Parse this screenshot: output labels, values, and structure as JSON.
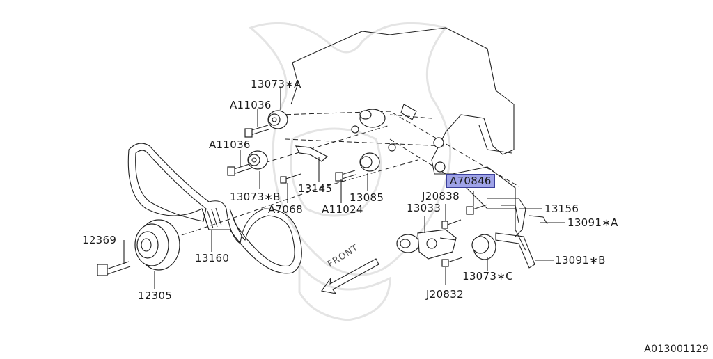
{
  "diagram": {
    "id": "A013001129",
    "front_label": "FRONT",
    "callouts": [
      {
        "label": "13073∗A",
        "highlighted": false
      },
      {
        "label": "A11036",
        "highlighted": false
      },
      {
        "label": "A11036",
        "highlighted": false
      },
      {
        "label": "13073∗B",
        "highlighted": false
      },
      {
        "label": "13145",
        "highlighted": false
      },
      {
        "label": "A7068",
        "highlighted": false
      },
      {
        "label": "A11024",
        "highlighted": false
      },
      {
        "label": "13085",
        "highlighted": false
      },
      {
        "label": "A70846",
        "highlighted": true
      },
      {
        "label": "J20838",
        "highlighted": false
      },
      {
        "label": "13033",
        "highlighted": false
      },
      {
        "label": "13156",
        "highlighted": false
      },
      {
        "label": "13091∗A",
        "highlighted": false
      },
      {
        "label": "13091∗B",
        "highlighted": false
      },
      {
        "label": "13073∗C",
        "highlighted": false
      },
      {
        "label": "J20832",
        "highlighted": false
      },
      {
        "label": "12369",
        "highlighted": false
      },
      {
        "label": "13160",
        "highlighted": false
      },
      {
        "label": "12305",
        "highlighted": false
      }
    ]
  }
}
